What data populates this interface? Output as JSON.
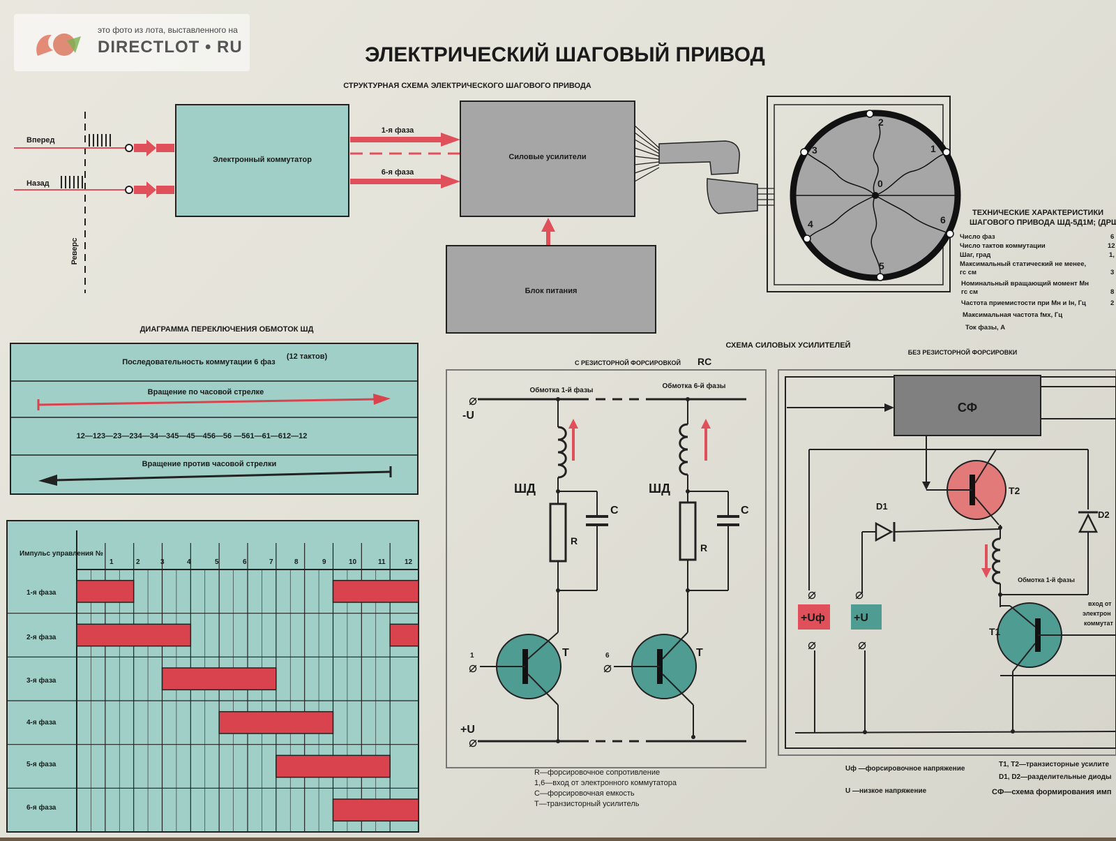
{
  "title": "ЭЛЕКТРИЧЕСКИЙ ШАГОВЫЙ ПРИВОД",
  "watermark": {
    "sub": "это фото из лота, выставленного на",
    "brand": "DIRECTLOT • RU"
  },
  "colors": {
    "teal": "#9fcfc6",
    "red": "#e0505a",
    "gray": "#a6a6a6",
    "transistor_teal": "#4f9c92",
    "transistor_red": "#e17a78",
    "bar_red": "#d8434d"
  },
  "structural": {
    "title": "СТРУКТУРНАЯ СХЕМА ЭЛЕКТРИЧЕСКОГО ШАГОВОГО ПРИВОДА",
    "forward": "Вперед",
    "back": "Назад",
    "reverse": "Реверс",
    "commutator": "Электронный коммутатор",
    "amplifiers": "Силовые усилители",
    "power": "Блок питания",
    "phase1": "1-я фаза",
    "phase6": "6-я фаза"
  },
  "motor": {
    "poles": [
      "1",
      "2",
      "3",
      "4",
      "5",
      "6"
    ],
    "center": "0"
  },
  "specs": {
    "title_1": "ТЕХНИЧЕСКИЕ ХАРАКТЕРИСТИКИ",
    "title_2": "ШАГОВОГО ПРИВОДА ШД-5Д1М; (ДРШ",
    "rows": [
      {
        "label": "Число фаз",
        "value": "6"
      },
      {
        "label": "Число тактов коммутации",
        "value": "12"
      },
      {
        "label": "Шаг, град",
        "value": "1,"
      },
      {
        "label": "Максимальный статический не менее,",
        "value": ""
      },
      {
        "label": "гс см",
        "value": "3"
      },
      {
        "label": "Номинальный вращающий момент Мн",
        "value": ""
      },
      {
        "label": "гс см",
        "value": "8"
      },
      {
        "label": "Частота приемистости при Мн и Iн, Гц",
        "value": "2"
      },
      {
        "label": "Максимальная частота fмх, Гц",
        "value": ""
      },
      {
        "label": "Ток фазы, А",
        "value": ""
      }
    ]
  },
  "switching": {
    "title": "ДИАГРАММА ПЕРЕКЛЮЧЕНИЯ ОБМОТОК ШД",
    "sequence_label": "Последовательность коммутации 6 фаз",
    "sequence_note": "(12 тактов)",
    "cw": "Вращение по часовой стрелке",
    "sequence": "12—123—23—234—34—345—45—456—56 —561—61—612—12",
    "ccw": "Вращение против часовой стрелки"
  },
  "timing": {
    "header": "Импульс управления №",
    "pulses": [
      "1",
      "2",
      "3",
      "4",
      "5",
      "6",
      "7",
      "8",
      "9",
      "10",
      "11",
      "12"
    ],
    "phases": [
      "1-я фаза",
      "2-я фаза",
      "3-я фаза",
      "4-я фаза",
      "5-я фаза",
      "6-я фаза"
    ]
  },
  "amplifiers": {
    "title": "СХЕМА СИЛОВЫХ УСИЛИТЕЛЕЙ",
    "rc_label": "С РЕЗИСТОРНОЙ ФОРСИРОВКОЙ",
    "rc": "RC",
    "no_forcing": "БЕЗ РЕЗИСТОРНОЙ ФОРСИРОВКИ",
    "winding1": "Обмотка 1-й фазы",
    "winding6": "Обмотка 6-й фазы",
    "minus_u": "-U",
    "plus_u": "+U",
    "motor": "ШД",
    "r": "R",
    "c": "C",
    "t": "T",
    "in1": "1",
    "in6": "6",
    "sf": "СФ",
    "t1": "T1",
    "t2": "T2",
    "d1": "D1",
    "d2": "D2",
    "u_f": "+Uф",
    "u_low": "+U",
    "input_from": "вход от",
    "input_from2": "электрон",
    "input_from3": "коммутат"
  },
  "legend_left": [
    "R—форсировочное сопротивление",
    "1,6—вход от электронного коммутатора",
    "C—форсировочная емкость",
    "T—транзисторный усилитель"
  ],
  "legend_right": [
    "Uф —форсировочное напряжение",
    "U —низкое напряжение",
    "T1, T2—транзисторные усилите",
    "D1, D2—разделительные диоды",
    "СФ—схема формирования имп"
  ]
}
